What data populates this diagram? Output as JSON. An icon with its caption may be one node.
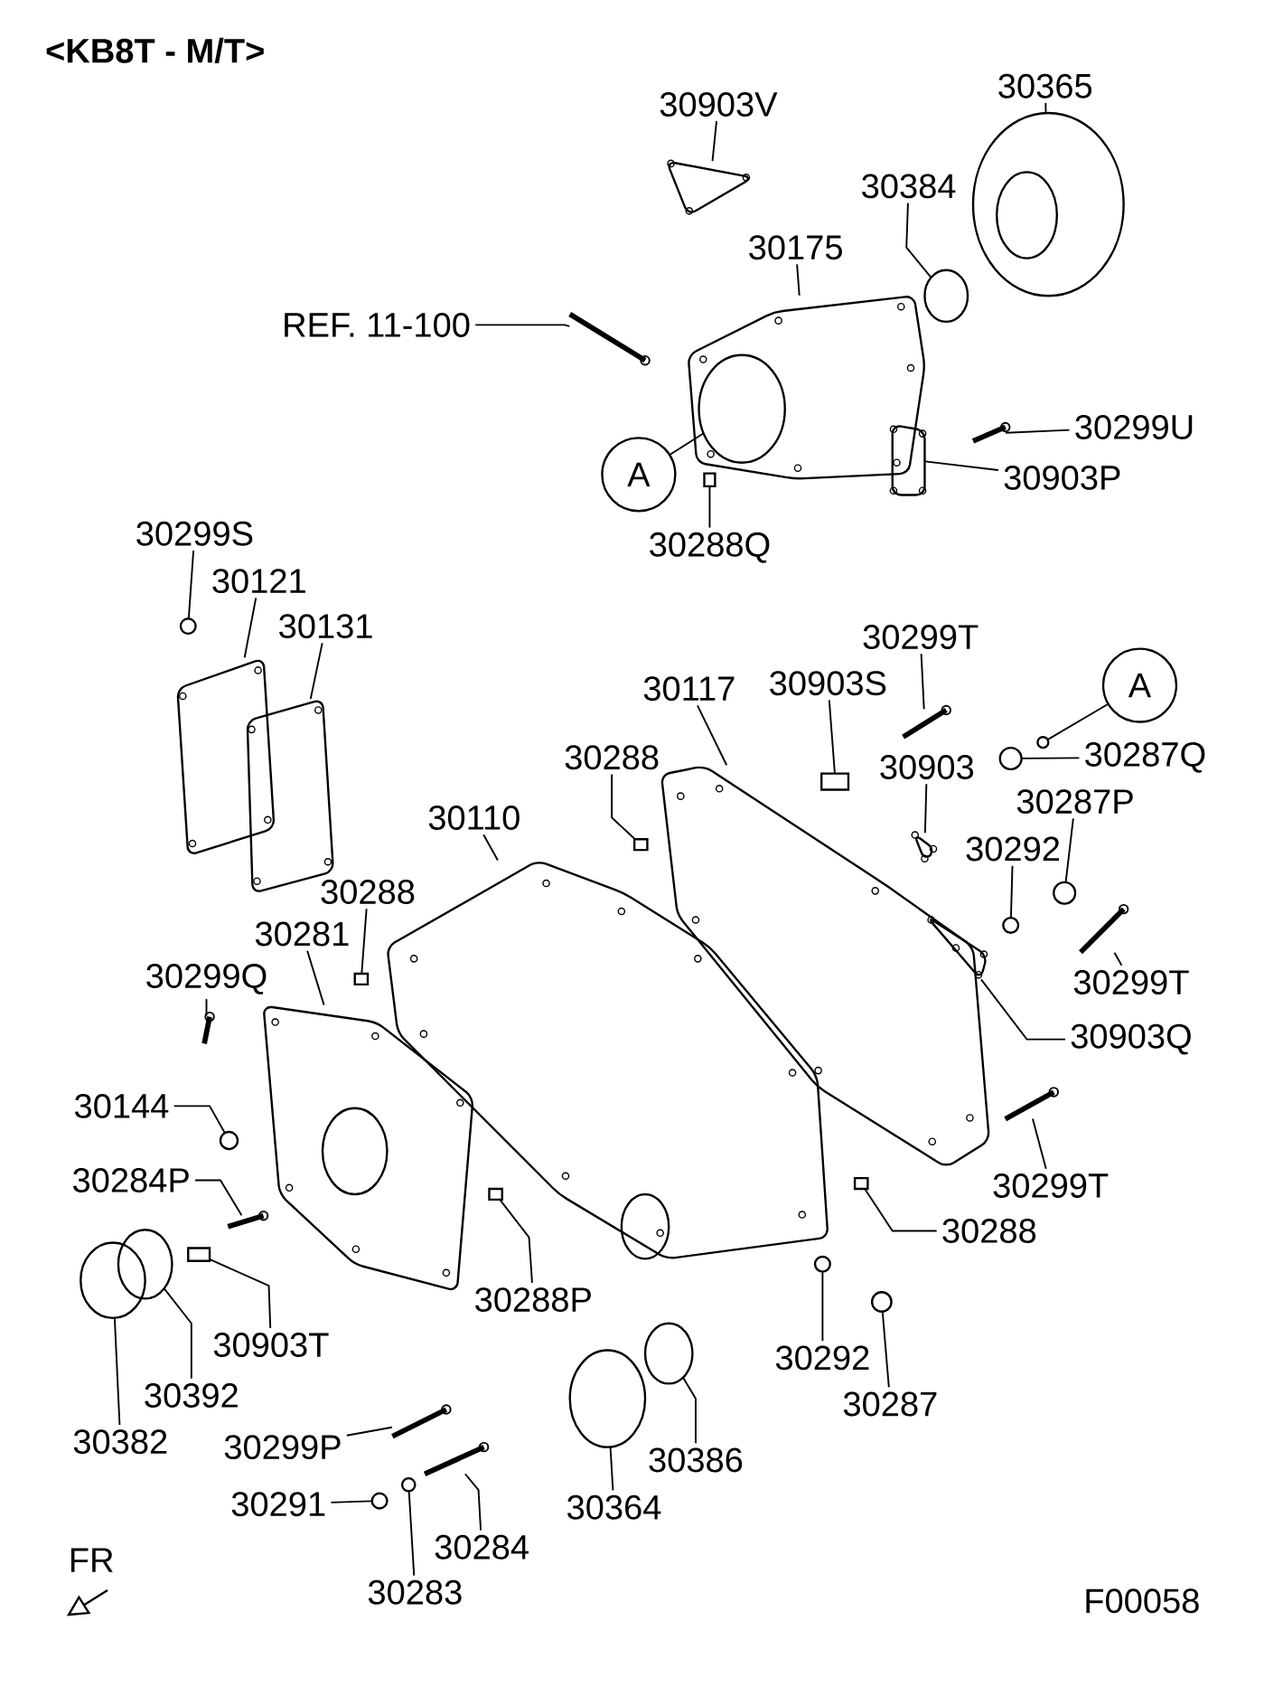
{
  "diagram": {
    "title": "<KB8T - M/T>",
    "nodes": [
      {
        "text": [
          "30903V"
        ]
      },
      {
        "text": [
          "30365"
        ]
      },
      {
        "text": [
          "30384"
        ]
      },
      {
        "text": [
          "30175"
        ]
      },
      {
        "text": [
          "REF. 11-100"
        ]
      },
      {
        "text": [
          "A"
        ]
      },
      {
        "text": [
          "30299U"
        ]
      },
      {
        "text": [
          "30903P"
        ]
      },
      {
        "text": [
          "30288Q"
        ]
      },
      {
        "text": [
          "30299S"
        ]
      },
      {
        "text": [
          "30121"
        ]
      },
      {
        "text": [
          "30131"
        ]
      },
      {
        "text": [
          "30299T"
        ]
      },
      {
        "text": [
          "30117"
        ]
      },
      {
        "text": [
          "30903S"
        ]
      },
      {
        "text": [
          "A"
        ]
      },
      {
        "text": [
          "30288"
        ]
      },
      {
        "text": [
          "30903"
        ]
      },
      {
        "text": [
          "30287Q"
        ]
      },
      {
        "text": [
          "30287P"
        ]
      },
      {
        "text": [
          "30110"
        ]
      },
      {
        "text": [
          "30292"
        ]
      },
      {
        "text": [
          "30288"
        ]
      },
      {
        "text": [
          "30281"
        ]
      },
      {
        "text": [
          "30299T"
        ]
      },
      {
        "text": [
          "30299Q"
        ]
      },
      {
        "text": [
          "30903Q"
        ]
      },
      {
        "text": [
          "30144"
        ]
      },
      {
        "text": [
          "30299T"
        ]
      },
      {
        "text": [
          "30284P"
        ]
      },
      {
        "text": [
          "30288"
        ]
      },
      {
        "text": [
          "30288P"
        ]
      },
      {
        "text": [
          "30903T"
        ]
      },
      {
        "text": [
          "30292"
        ]
      },
      {
        "text": [
          "30392"
        ]
      },
      {
        "text": [
          "30287"
        ]
      },
      {
        "text": [
          "30382"
        ]
      },
      {
        "text": [
          "30299P"
        ]
      },
      {
        "text": [
          "30386"
        ]
      },
      {
        "text": [
          "30364"
        ]
      },
      {
        "text": [
          "30291"
        ]
      },
      {
        "text": [
          "30284"
        ]
      },
      {
        "text": [
          "30283"
        ]
      },
      {
        "text": [],
        "shape": "picture"
      },
      {
        "text": [],
        "shape": "circle"
      },
      {
        "text": [],
        "shape": "circle"
      },
      {
        "text": [],
        "shape": "picture"
      },
      {
        "text": [],
        "shape": "picture"
      },
      {
        "text": [],
        "shape": "circle",
        "in": 46
      },
      {
        "text": [],
        "shape": "picture"
      },
      {
        "text": [],
        "shape": "picture"
      },
      {
        "text": [],
        "shape": "box"
      },
      {
        "text": [],
        "shape": "circle"
      },
      {
        "text": [],
        "shape": "picture"
      },
      {
        "text": [],
        "shape": "picture"
      },
      {
        "text": [],
        "shape": "picture"
      },
      {
        "text": [],
        "shape": "picture"
      },
      {
        "text": [],
        "shape": "box",
        "in": 56
      },
      {
        "text": [],
        "shape": "circle"
      },
      {
        "text": [],
        "shape": "box"
      },
      {
        "text": [],
        "shape": "picture",
        "in": 56
      },
      {
        "text": [],
        "shape": "circle"
      },
      {
        "text": [],
        "shape": "circle"
      },
      {
        "text": [],
        "shape": "picture"
      },
      {
        "text": [],
        "shape": "circle"
      },
      {
        "text": [],
        "shape": "box"
      },
      {
        "text": [],
        "shape": "picture"
      },
      {
        "text": [],
        "shape": "picture"
      },
      {
        "text": [],
        "shape": "picture"
      },
      {
        "text": [],
        "shape": "picture",
        "in": 56
      },
      {
        "text": [],
        "shape": "circle"
      },
      {
        "text": [],
        "shape": "picture"
      },
      {
        "text": [],
        "shape": "picture"
      },
      {
        "text": [],
        "shape": "box"
      },
      {
        "text": [],
        "shape": "box",
        "in": 63
      },
      {
        "text": [],
        "shape": "box"
      },
      {
        "text": [],
        "shape": "circle"
      },
      {
        "text": [],
        "shape": "circle"
      },
      {
        "text": [],
        "shape": "circle"
      },
      {
        "text": [],
        "shape": "circle"
      },
      {
        "text": [],
        "shape": "picture"
      },
      {
        "text": [],
        "shape": "circle"
      },
      {
        "text": [],
        "shape": "circle"
      },
      {
        "text": [],
        "shape": "circle"
      },
      {
        "text": [],
        "shape": "picture"
      },
      {
        "text": [],
        "shape": "circle"
      }
    ],
    "edges": [
      {
        "from": 0,
        "to": 43,
        "arrow": "none"
      },
      {
        "from": 1,
        "to": 44,
        "arrow": "none"
      },
      {
        "from": 2,
        "to": 45,
        "arrow": "none"
      },
      {
        "from": 3,
        "to": 46,
        "arrow": "none"
      },
      {
        "from": 4,
        "to": 47,
        "arrow": "none"
      },
      {
        "from": 5,
        "to": 48,
        "arrow": "none"
      },
      {
        "from": 6,
        "to": 49,
        "arrow": "none"
      },
      {
        "from": 7,
        "to": 50,
        "arrow": "none"
      },
      {
        "from": 8,
        "to": 51,
        "arrow": "none"
      },
      {
        "from": 9,
        "to": 52,
        "arrow": "none"
      },
      {
        "from": 10,
        "to": 53,
        "arrow": "none"
      },
      {
        "from": 11,
        "to": 54,
        "arrow": "none"
      },
      {
        "from": 12,
        "to": 55,
        "arrow": "none"
      },
      {
        "from": 13,
        "to": 56,
        "arrow": "none"
      },
      {
        "from": 14,
        "to": 57,
        "arrow": "none"
      },
      {
        "from": 15,
        "to": 58,
        "arrow": "none"
      },
      {
        "from": 16,
        "to": 59,
        "arrow": "none"
      },
      {
        "from": 17,
        "to": 60,
        "arrow": "none"
      },
      {
        "from": 18,
        "to": 61,
        "arrow": "none"
      },
      {
        "from": 19,
        "to": 62,
        "arrow": "none"
      },
      {
        "from": 20,
        "to": 63,
        "arrow": "none"
      },
      {
        "from": 21,
        "to": 64,
        "arrow": "none"
      },
      {
        "from": 22,
        "to": 65,
        "arrow": "none"
      },
      {
        "from": 23,
        "to": 66,
        "arrow": "none"
      },
      {
        "from": 24,
        "to": 67,
        "arrow": "none"
      },
      {
        "from": 25,
        "to": 68,
        "arrow": "none"
      },
      {
        "from": 26,
        "to": 69,
        "arrow": "none"
      },
      {
        "from": 27,
        "to": 70,
        "arrow": "none"
      },
      {
        "from": 28,
        "to": 71,
        "arrow": "none"
      },
      {
        "from": 29,
        "to": 72,
        "arrow": "none"
      },
      {
        "from": 30,
        "to": 73,
        "arrow": "none"
      },
      {
        "from": 31,
        "to": 74,
        "arrow": "none"
      },
      {
        "from": 32,
        "to": 75,
        "arrow": "none"
      },
      {
        "from": 33,
        "to": 76,
        "arrow": "none"
      },
      {
        "from": 34,
        "to": 77,
        "arrow": "none"
      },
      {
        "from": 35,
        "to": 78,
        "arrow": "none"
      },
      {
        "from": 36,
        "to": 79,
        "arrow": "none"
      },
      {
        "from": 37,
        "to": 80,
        "arrow": "none"
      },
      {
        "from": 38,
        "to": 81,
        "arrow": "none"
      },
      {
        "from": 39,
        "to": 82,
        "arrow": "none"
      },
      {
        "from": 40,
        "to": 83,
        "arrow": "none"
      },
      {
        "from": 41,
        "to": 84,
        "arrow": "none"
      },
      {
        "from": 42,
        "to": 85,
        "arrow": "none"
      }
    ],
    "labels": [
      "FR",
      "F00058"
    ]
  }
}
